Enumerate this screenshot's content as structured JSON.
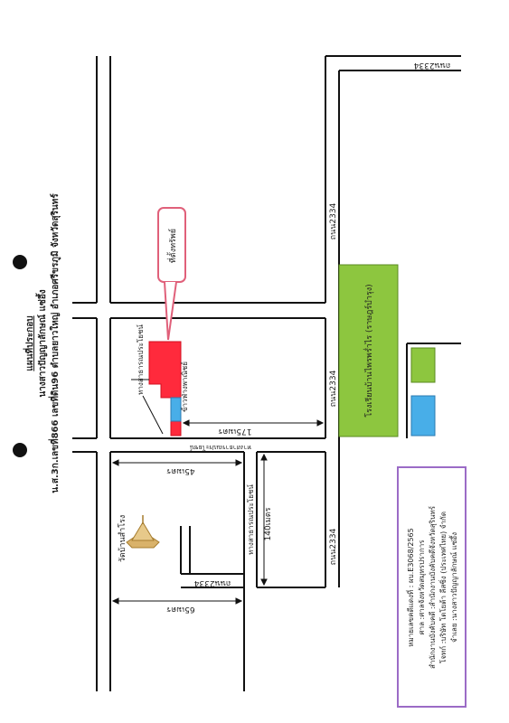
{
  "header": {
    "title": "แผนที่ประกอบ",
    "owner": "นางสาวปัญญาลักษณ์ แซ่อึ้ง",
    "location": "น.ส.3ก.เลขที่866 เลขที่ดิน96 ตำบลยาวใหญ่ อำเภอศรีขรภูมิ จังหวัดสุรินทร์"
  },
  "roads": {
    "road_2334_top": "ถนน2334",
    "road_2334_right_top": "ถนน2334",
    "road_2334_mid": "ถนน2334",
    "road_2334_bottom": "ถนน2334",
    "road_2334_left": "ถนน2334",
    "railway_road": "ทางสาธารณประโยชน์"
  },
  "places": {
    "property_callout": "ที่ตั้งทรัพย์",
    "public_way": "ทางสาธารณประโยชน์",
    "kraw_market": "ข้าวฟ่างพาณิชย์",
    "school": "โรงเรียนบ้านไพรพร่ำไร (ราษฎร์บำรุง)",
    "temple": "วัดบ้านสำโรง",
    "lane_label": "ทางสาธารณประโยชน์"
  },
  "distances": {
    "d175": "175เมตร",
    "d45": "45เมตร",
    "d140": "140เมตร",
    "d65": "65เมตร"
  },
  "info_box": {
    "lines": [
      "หมายเลขคดีแดงที่ : ผบ.E3068/2565",
      "ศาล :ศาลจังหวัดสมุทรปราการ",
      "สำนักงานบังคับคดี :สำนักงานบังคับคดีจังหวัดสุรินทร์",
      "โจทก์ :บริษัท โตโยต้า ลีสซิ่ง (ประเทศไทย) จำกัด",
      "จำเลย :นางสาวปัญญาลักษณ์ แซ่อึ้ง"
    ]
  },
  "colors": {
    "property": "#ff2a3c",
    "building_blue": "#48aee8",
    "school_green": "#8dc63f",
    "callout_border": "#e0607a",
    "info_border": "#9b6bc6"
  }
}
